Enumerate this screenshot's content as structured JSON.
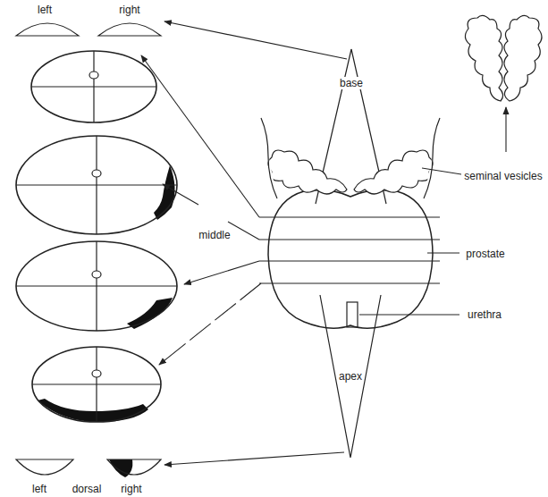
{
  "diagram": {
    "labels": [
      "left",
      "right",
      "base",
      "seminal vesicles",
      "middle",
      "prostate",
      "urethra",
      "apex",
      "left",
      "dorsal",
      "right"
    ]
  }
}
